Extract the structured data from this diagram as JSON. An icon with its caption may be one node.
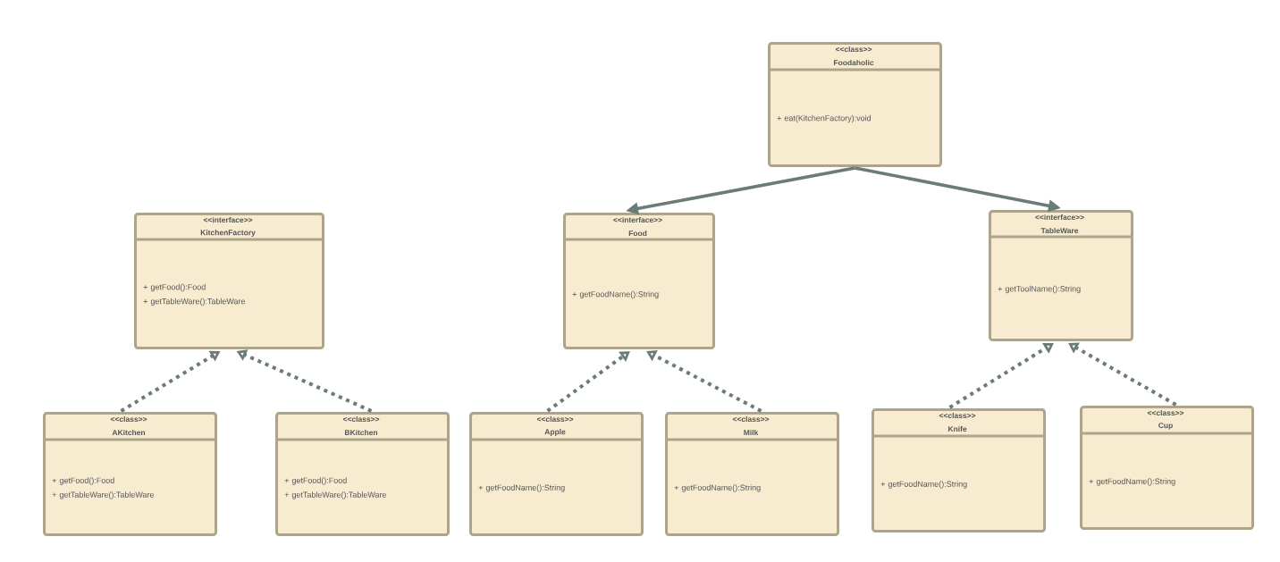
{
  "diagram": {
    "nodes": [
      {
        "text": [
          "<<class>>",
          "Foodaholic",
          "+ eat(KitchenFactory):void"
        ]
      },
      {
        "text": [
          "<<interface>>",
          "KitchenFactory",
          "+ getFood():Food",
          "+ getTableWare():TableWare"
        ]
      },
      {
        "text": [
          "<<interface>>",
          "Food",
          "+ getFoodName():String"
        ]
      },
      {
        "text": [
          "<<interface>>",
          "TableWare",
          "+ getToolName():String"
        ]
      },
      {
        "text": [
          "<<class>>",
          "AKitchen",
          "+ getFood():Food",
          "+ getTableWare():TableWare"
        ]
      },
      {
        "text": [
          "<<class>>",
          "BKitchen",
          "+ getFood():Food",
          "+ getTableWare():TableWare"
        ]
      },
      {
        "text": [
          "<<class>>",
          "Apple",
          "+ getFoodName():String"
        ]
      },
      {
        "text": [
          "<<class>>",
          "Milk",
          "+ getFoodName():String"
        ]
      },
      {
        "text": [
          "<<class>>",
          "Knife",
          "+ getFoodName():String"
        ]
      },
      {
        "text": [
          "<<class>>",
          "Cup",
          "+ getFoodName():String"
        ]
      }
    ],
    "edges": [
      {
        "from": 0,
        "to": 2,
        "arrow": "to"
      },
      {
        "from": 0,
        "to": 3,
        "arrow": "to"
      },
      {
        "from": 4,
        "to": 1,
        "arrow": "to",
        "style": "dashed"
      },
      {
        "from": 5,
        "to": 1,
        "arrow": "to",
        "style": "dashed"
      },
      {
        "from": 6,
        "to": 2,
        "arrow": "to",
        "style": "dashed"
      },
      {
        "from": 7,
        "to": 2,
        "arrow": "to",
        "style": "dashed"
      },
      {
        "from": 8,
        "to": 3,
        "arrow": "to",
        "style": "dashed"
      },
      {
        "from": 9,
        "to": 3,
        "arrow": "to",
        "style": "dashed"
      }
    ]
  }
}
